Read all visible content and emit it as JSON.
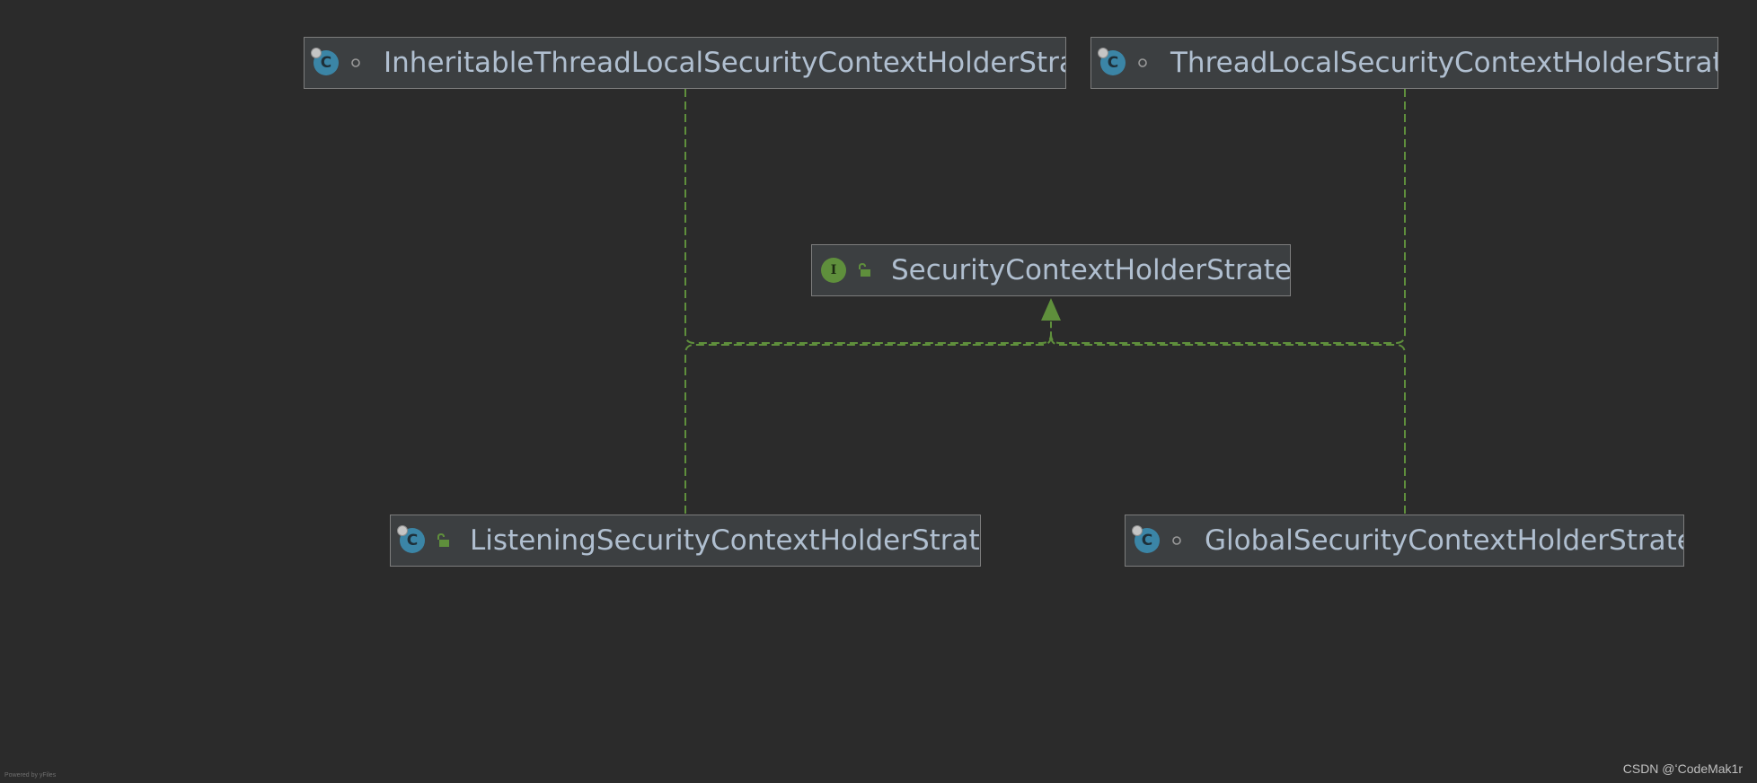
{
  "diagram": {
    "nodes": [
      {
        "id": "inheritable",
        "label": "InheritableThreadLocalSecurityContextHolderStrategy",
        "kind": "class",
        "kind_letter": "C",
        "visibility": "package-private"
      },
      {
        "id": "threadlocal",
        "label": "ThreadLocalSecurityContextHolderStrategy",
        "kind": "class",
        "kind_letter": "C",
        "visibility": "package-private"
      },
      {
        "id": "strategy",
        "label": "SecurityContextHolderStrategy",
        "kind": "interface",
        "kind_letter": "I",
        "visibility": "public"
      },
      {
        "id": "listening",
        "label": "ListeningSecurityContextHolderStrategy",
        "kind": "class",
        "kind_letter": "C",
        "visibility": "public"
      },
      {
        "id": "global",
        "label": "GlobalSecurityContextHolderStrategy",
        "kind": "class",
        "kind_letter": "C",
        "visibility": "package-private"
      }
    ],
    "edges": [
      {
        "from": "inheritable",
        "to": "strategy",
        "type": "implements"
      },
      {
        "from": "threadlocal",
        "to": "strategy",
        "type": "implements"
      },
      {
        "from": "listening",
        "to": "strategy",
        "type": "implements"
      },
      {
        "from": "global",
        "to": "strategy",
        "type": "implements"
      }
    ],
    "colors": {
      "background": "#2b2b2b",
      "node_fill": "#3c3f41",
      "node_border": "#7d7d7d",
      "label": "#b0bfd0",
      "edge": "#5f8f3c",
      "class_icon": "#3b85a6",
      "interface_icon": "#5f8f3c"
    }
  },
  "watermark": "CSDN @ʻCodeMak1r",
  "powered_by": "Powered by yFiles"
}
